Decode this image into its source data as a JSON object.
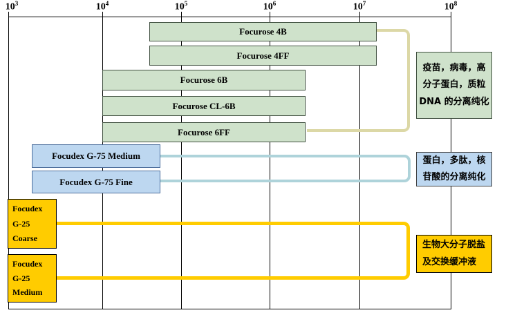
{
  "chart_data": {
    "type": "bar",
    "subtype": "horizontal_log_range",
    "title": "",
    "x_axis": {
      "scale": "log",
      "position": "top",
      "range": [
        1000,
        100000000
      ],
      "ticks": [
        {
          "base": "10",
          "exp": "3",
          "value": 1000
        },
        {
          "base": "10",
          "exp": "4",
          "value": 10000
        },
        {
          "base": "10",
          "exp": "5",
          "value": 100000
        },
        {
          "base": "10",
          "exp": "6",
          "value": 1000000
        },
        {
          "base": "10",
          "exp": "7",
          "value": 10000000
        },
        {
          "base": "10",
          "exp": "8",
          "value": 100000000
        }
      ]
    },
    "grid": true,
    "legend": false,
    "series": [
      {
        "name": "Focurose 4B",
        "group": "focurose",
        "range": [
          40000,
          15000000
        ]
      },
      {
        "name": "Focurose 4FF",
        "group": "focurose",
        "range": [
          40000,
          15000000
        ]
      },
      {
        "name": "Focurose 6B",
        "group": "focurose",
        "range": [
          10000,
          2500000
        ]
      },
      {
        "name": "Focurose CL-6B",
        "group": "focurose",
        "range": [
          10000,
          2500000
        ]
      },
      {
        "name": "Focurose 6FF",
        "group": "focurose",
        "range": [
          10000,
          2500000
        ]
      },
      {
        "name": "Focudex G-75 Medium",
        "group": "focudex-g75",
        "range": [
          2000,
          55000
        ]
      },
      {
        "name": "Focudex G-75 Fine",
        "group": "focudex-g75",
        "range": [
          2000,
          55000
        ]
      },
      {
        "name": "Focudex G-25 Coarse",
        "group": "focudex-g25",
        "range": [
          1000,
          3000
        ],
        "label_lines": [
          "Focudex",
          "G-25",
          "Coarse"
        ]
      },
      {
        "name": "Focudex G-25 Medium",
        "group": "focudex-g25",
        "range": [
          1000,
          3000
        ],
        "label_lines": [
          "Focudex",
          "G-25",
          "Medium"
        ]
      }
    ],
    "groups": [
      {
        "id": "focurose",
        "fill": "#cfe2cb",
        "application": "疫苗，病毒，高分子蛋白，质粒DNA 的分离纯化",
        "application_lines": [
          "疫苗，病毒，高",
          "分子蛋白，质粒",
          "DNA 的分离纯化"
        ]
      },
      {
        "id": "focudex-g75",
        "fill": "#bdd7f0",
        "application": "蛋白，多肽，核苷酸的分离纯化",
        "application_lines": [
          "蛋白，多肽，核",
          "苷酸的分离纯化"
        ]
      },
      {
        "id": "focudex-g25",
        "fill": "#ffcc00",
        "application": "生物大分子脱盐及交换缓冲液",
        "application_lines": [
          "生物大分子脱盐",
          "及交换缓冲液"
        ]
      }
    ],
    "colors": {
      "grid": "#000000",
      "focurose_fill": "#cfe2cb",
      "focurose_border": "#3f4f3f",
      "g75_fill": "#bdd7f0",
      "g75_border": "#4a6c9b",
      "g25_fill": "#ffcc00",
      "g25_border": "#000000",
      "bracket_focurose": "#dcd8a6",
      "bracket_g75": "#aed3da",
      "bracket_g25": "#ffcc00"
    }
  }
}
